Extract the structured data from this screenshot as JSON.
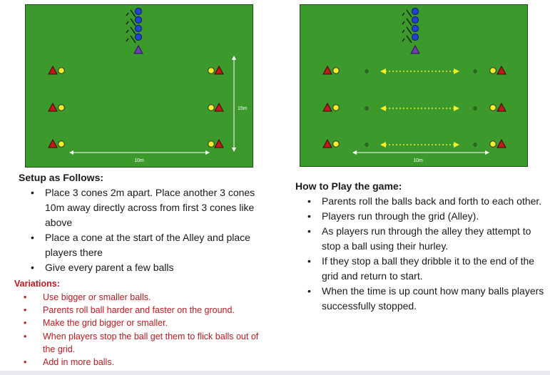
{
  "diagrams": {
    "left": {
      "width_label": "10m",
      "depth_label": "15m"
    },
    "right": {
      "width_label": "10m"
    }
  },
  "colors": {
    "field": "#3c9a2c",
    "field_border": "#1d4d14",
    "player": "#2244cc",
    "start_cone": "#6a3fb0",
    "cone": "#c01a1a",
    "ball": "#f3ef2a",
    "roll_line": "#f3ef2a",
    "dark_dot": "#2b6b22",
    "variations_text": "#c0181f"
  },
  "setup": {
    "heading": "Setup as Follows:",
    "items": [
      "Place 3 cones 2m apart. Place another 3 cones 10m away directly across from first 3 cones like above",
      "Place a cone at the start of the Alley and place players there",
      "Give every parent a few balls"
    ]
  },
  "variations": {
    "heading": "Variations:",
    "items": [
      "Use bigger or smaller balls.",
      "Parents roll ball harder and faster on the ground.",
      "Make the grid bigger or smaller.",
      "When players stop the ball get them to flick balls out of the grid.",
      "Add in more balls."
    ]
  },
  "play": {
    "heading": "How to Play the game:",
    "items": [
      "Parents roll the balls back and forth to each other.",
      "Players run through the grid (Alley).",
      "As players run through the alley they attempt to stop a ball using their hurley.",
      "If they stop a ball they dribble it to the end of the grid and return to start.",
      "When the time is up count how many balls players successfully stopped."
    ]
  }
}
